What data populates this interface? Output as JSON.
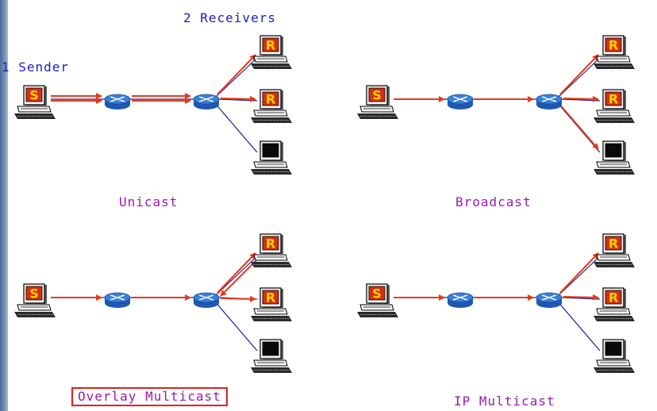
{
  "labels": {
    "sender": "1 Sender",
    "receivers": "2 Receivers",
    "unicast": "Unicast",
    "broadcast": "Broadcast",
    "overlay": "Overlay Multicast",
    "ipmulticast": "IP Multicast",
    "sender_tag": "S",
    "receiver_tag": "R"
  },
  "colors": {
    "arrow": "#e63a1a",
    "link": "#1a1a99",
    "router": "#3a7fd8",
    "tag_bg": "#d42f14",
    "tag_text": "#ffd400",
    "label_blue": "#1a1acc",
    "label_purple": "#9a1ab0",
    "highlight_border": "#e02020"
  },
  "icons": [
    "computer-icon",
    "router-icon"
  ]
}
